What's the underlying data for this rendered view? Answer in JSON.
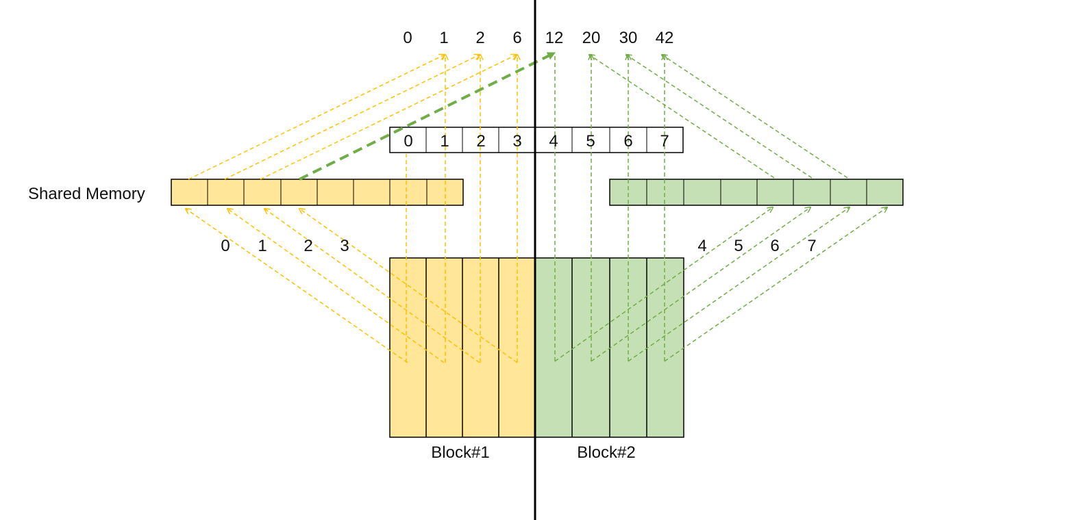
{
  "colors": {
    "block1": "#ffe699",
    "block2": "#c5e0b4",
    "arrow1": "#ffc000",
    "arrow2": "#70ad47",
    "outline": "#000000"
  },
  "labels": {
    "shared_memory": "Shared Memory",
    "block1": "Block#1",
    "block2": "Block#2"
  },
  "output_values": [
    "0",
    "1",
    "2",
    "6",
    "12",
    "20",
    "30",
    "42"
  ],
  "input_values": [
    "0",
    "1",
    "2",
    "3",
    "4",
    "5",
    "6",
    "7"
  ],
  "thread_ids_block1": [
    "0",
    "1",
    "2",
    "3"
  ],
  "thread_ids_block2": [
    "4",
    "5",
    "6",
    "7"
  ]
}
